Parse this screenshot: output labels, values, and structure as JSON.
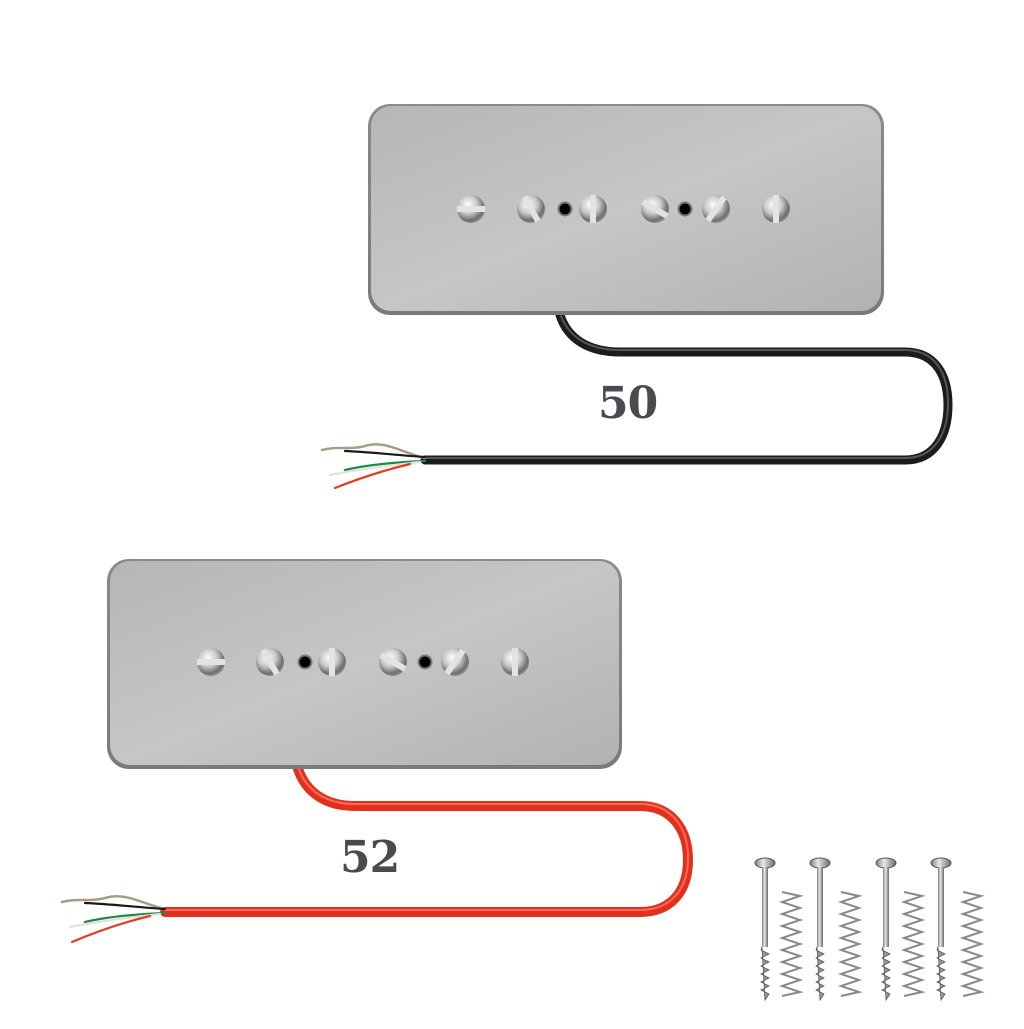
{
  "scene": {
    "background": "#ffffff",
    "subject": "P-90 soapbar guitar pickup set"
  },
  "pickups": [
    {
      "id": "neck",
      "label": "50",
      "cover_color": "#bdbdbd",
      "cable_color": "#1c1c1c",
      "cable_highlight": "#555555",
      "pole_pieces": 6,
      "slot_angles": [
        0,
        60,
        90,
        60,
        120,
        90
      ],
      "mount_holes": 2
    },
    {
      "id": "bridge",
      "label": "52",
      "cover_color": "#bdbdbd",
      "cable_color": "#e0301e",
      "cable_highlight": "#ff6a55",
      "pole_pieces": 6,
      "slot_angles": [
        0,
        60,
        90,
        60,
        120,
        90
      ],
      "mount_holes": 2
    }
  ],
  "lead_wires": [
    "braided-shield",
    "black",
    "green",
    "white",
    "red"
  ],
  "wire_colors": {
    "shield": "#a89a86",
    "black": "#1a1a1a",
    "green": "#1e8a4a",
    "white": "#e6e2d8",
    "red": "#e23a24"
  },
  "hardware": {
    "screws": 4,
    "springs": 4
  }
}
